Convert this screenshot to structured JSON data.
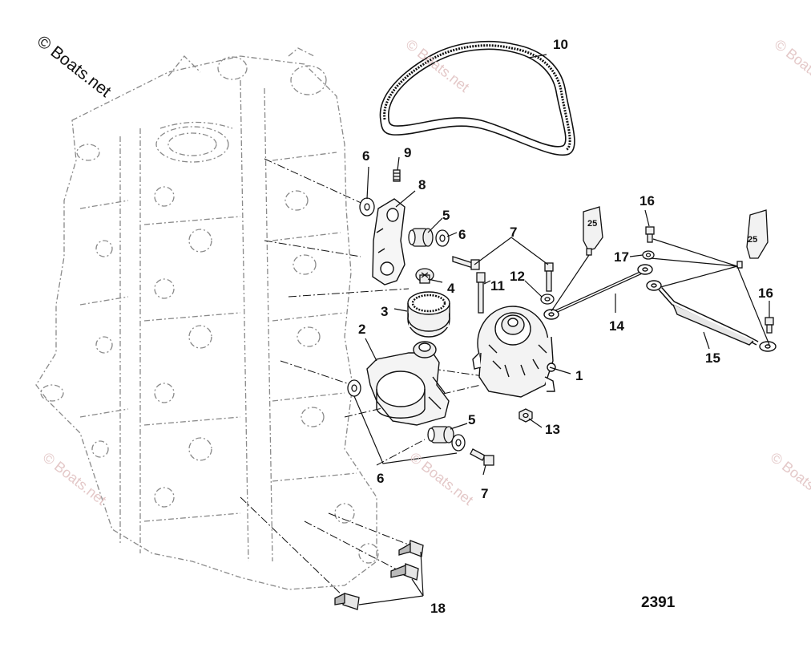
{
  "copyright": "© Boats.net",
  "watermark_text": "© Boats.net",
  "figure_number": "2391",
  "callouts": {
    "c1": "1",
    "c2": "2",
    "c3": "3",
    "c4": "4",
    "c5a": "5",
    "c5b": "5",
    "c6a": "6",
    "c6b": "6",
    "c6c": "6",
    "c7a": "7",
    "c7b": "7",
    "c8": "8",
    "c9": "9",
    "c10": "10",
    "c11": "11",
    "c12": "12",
    "c13": "13",
    "c14": "14",
    "c15": "15",
    "c16a": "16",
    "c16b": "16",
    "c17": "17",
    "c18": "18"
  },
  "tube_labels": {
    "left": "25",
    "right": "25"
  },
  "colors": {
    "line": "#111111",
    "engine": "#8a8a8a",
    "watermark": "#e4c9c9"
  }
}
